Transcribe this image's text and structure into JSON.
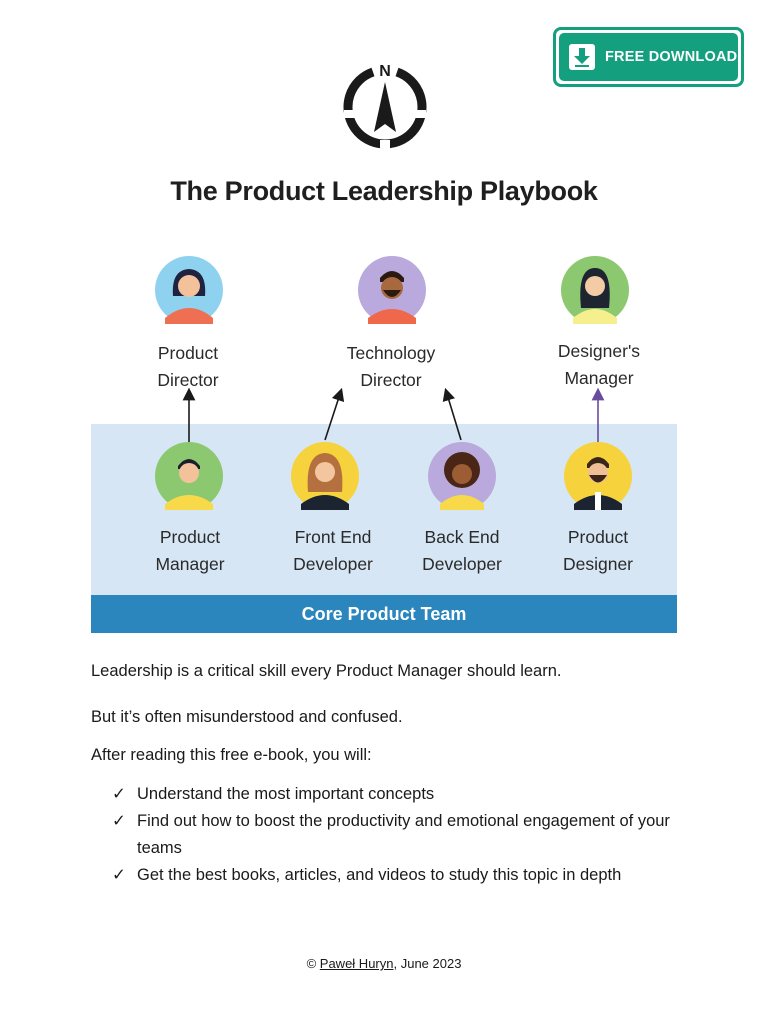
{
  "download_button": {
    "label": "FREE DOWNLOAD",
    "icon": "download-arrow-icon",
    "color": "#14a07f"
  },
  "logo": {
    "letter": "N",
    "icon": "compass-north-icon"
  },
  "title": "The Product Leadership Playbook",
  "org_chart": {
    "leaders": [
      {
        "line1": "Product",
        "line2": "Director",
        "avatar": "woman-dark-hair-avatar"
      },
      {
        "line1": "Technology",
        "line2": "Director",
        "avatar": "man-beard-avatar"
      },
      {
        "line1": "Designer's",
        "line2": "Manager",
        "avatar": "woman-long-hair-avatar"
      }
    ],
    "members": [
      {
        "line1": "Product",
        "line2": "Manager",
        "avatar": "man-short-hair-avatar"
      },
      {
        "line1": "Front End",
        "line2": "Developer",
        "avatar": "woman-wavy-hair-avatar"
      },
      {
        "line1": "Back End",
        "line2": "Developer",
        "avatar": "woman-curly-hair-avatar"
      },
      {
        "line1": "Product",
        "line2": "Designer",
        "avatar": "man-bearded-avatar"
      }
    ],
    "team_label": "Core Product Team",
    "colors": {
      "band": "#d6e6f5",
      "bar": "#2b86bd"
    }
  },
  "body": {
    "intro": "Leadership is a critical skill every Product Manager should learn.",
    "line2": "But it’s often misunderstood and confused.",
    "line3": "After reading this free e-book, you will:",
    "checklist": [
      "Understand the most important concepts",
      "Find out how to boost the productivity and emotional engagement of your teams",
      "Get the best books, articles, and videos to study this topic in depth"
    ]
  },
  "footer": {
    "copyright": "©",
    "author": "Paweł Huryn",
    "date": ", June 2023"
  }
}
